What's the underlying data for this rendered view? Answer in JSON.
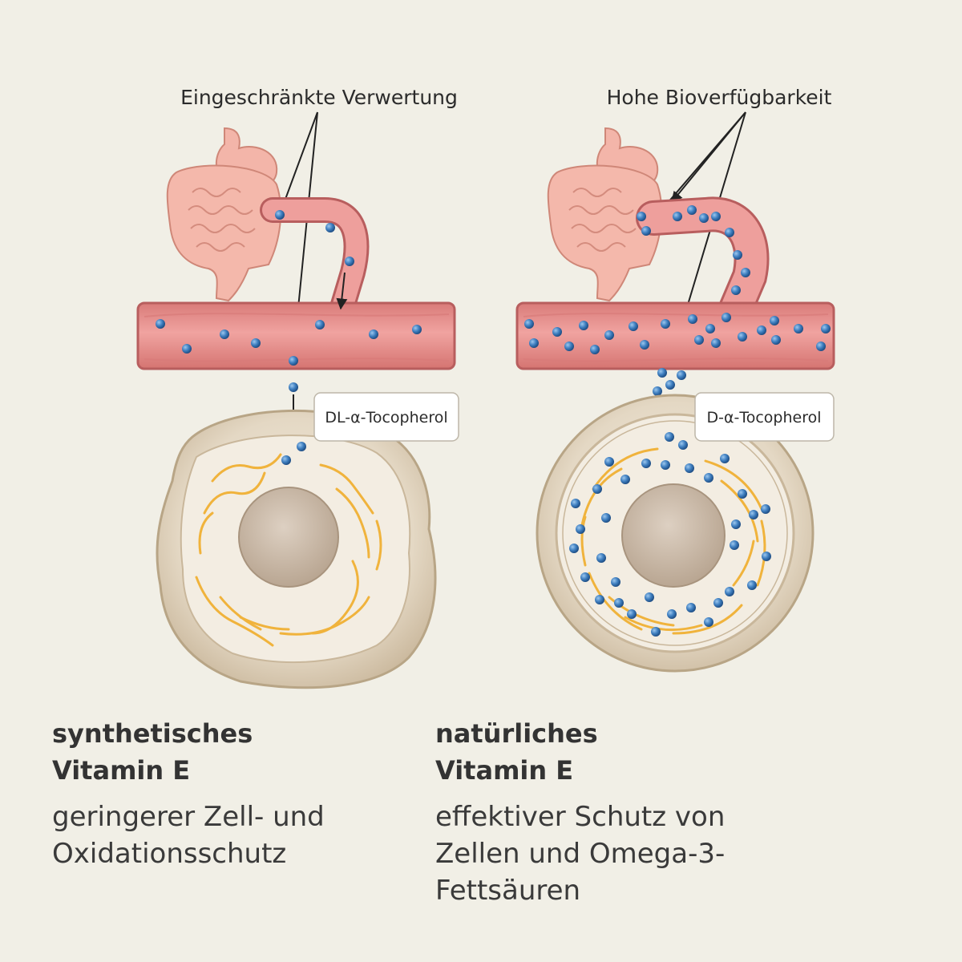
{
  "left": {
    "callout": "Eingeschränkte Verwertung",
    "label": "DL-α-Tocopherol",
    "title_line1": "synthetisches",
    "title_line2": "Vitamin E",
    "desc_line1": "geringerer Zell- und",
    "desc_line2": "Oxidationsschutz"
  },
  "right": {
    "callout": "Hohe Bioverfügbarkeit",
    "label": "D-α-Tocopherol",
    "title_line1": "natürliches",
    "title_line2": "Vitamin E",
    "desc_line1": "effektiver Schutz von",
    "desc_line2": "Zellen und Omega-3-",
    "desc_line3": "Fettsäuren"
  },
  "colors": {
    "background": "#f1efe6",
    "vessel": "#e98f8d",
    "vessel_edge": "#b85e5e",
    "molecule": "#3f7fc0",
    "cell": "#d9ccb6",
    "nucleus": "#cdbba8",
    "mitochondria": "#f0b33c"
  }
}
